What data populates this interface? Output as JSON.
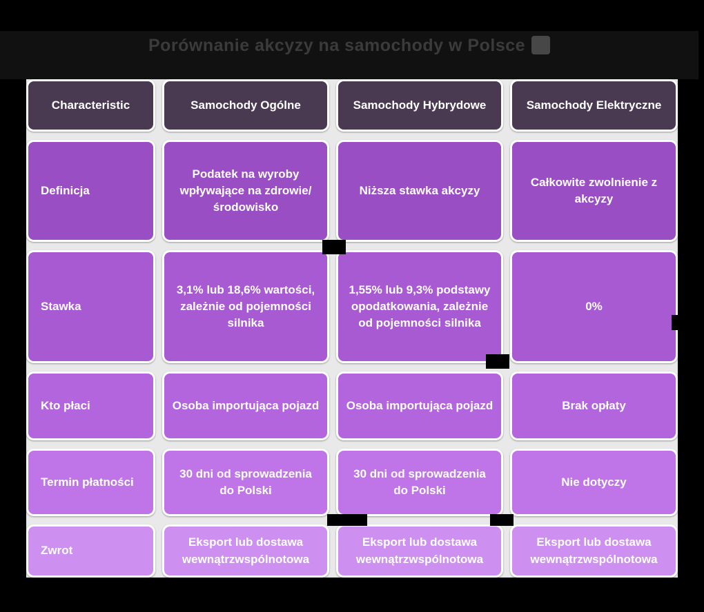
{
  "title": "Porównanie akcyzy na samochody w Polsce",
  "chart_data": {
    "type": "table",
    "title": "Porównanie akcyzy na samochody w Polsce",
    "columns": [
      "Characteristic",
      "Samochody Ogólne",
      "Samochody Hybrydowe",
      "Samochody Elektryczne"
    ],
    "rows": [
      [
        "Definicja",
        "Podatek na wyroby wpływające na zdrowie/ środowisko",
        "Niższa stawka akcyzy",
        "Całkowite zwolnienie z akcyzy"
      ],
      [
        "Stawka",
        "3,1% lub 18,6% wartości, zależnie od pojemności silnika",
        "1,55% lub 9,3% podstawy opodatkowania, zależnie od pojemności silnika",
        "0%"
      ],
      [
        "Kto płaci",
        "Osoba importująca pojazd",
        "Osoba importująca pojazd",
        "Brak opłaty"
      ],
      [
        "Termin płatności",
        "30 dni od sprowadzenia do Polski",
        "30 dni od sprowadzenia do Polski",
        "Nie dotyczy"
      ],
      [
        "Zwrot",
        "Eksport lub dostawa wewnątrzwspólnotowa",
        "Eksport lub dostawa wewnątrzwspólnotowa",
        "Eksport lub dostawa wewnątrzwspólnotowa"
      ]
    ]
  },
  "colors": {
    "page_bg": "#000000",
    "header_bg": "#493a52",
    "row_colors": [
      "#9a4ec4",
      "#a85ad3",
      "#b365de",
      "#bf74e7",
      "#cd8ff0"
    ],
    "cell_text": "#ffffff",
    "title_text": "#3b3b3b"
  }
}
